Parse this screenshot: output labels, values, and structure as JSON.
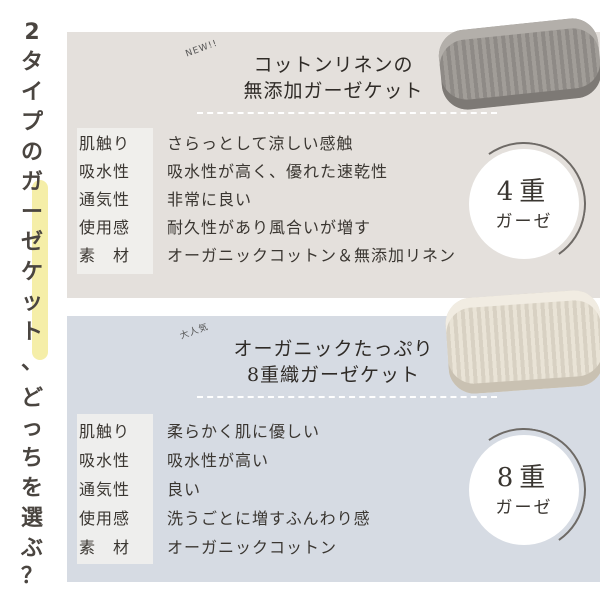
{
  "vertical_title": {
    "chars": [
      "2",
      "タ",
      "イ",
      "プ",
      "の",
      "ガ",
      "ー",
      "ゼ",
      "ケ",
      "ッ",
      "ト",
      "、",
      "ど",
      "っ",
      "ち",
      "を",
      "選",
      "ぶ",
      "？"
    ],
    "highlight_range": [
      5,
      10
    ]
  },
  "products": [
    {
      "tag": "NEW!!",
      "heading_line1": "コットンリネンの",
      "heading_line2": "無添加ガーゼケット",
      "badge_big": "4重",
      "badge_small": "ガーゼ",
      "rows": [
        {
          "label": "肌触り",
          "value": "さらっとして涼しい感触"
        },
        {
          "label": "吸水性",
          "value": "吸水性が高く、優れた速乾性"
        },
        {
          "label": "通気性",
          "value": "非常に良い"
        },
        {
          "label": "使用感",
          "value": "耐久性があり風合いが増す"
        },
        {
          "label": "素　材",
          "value": "オーガニックコットン＆無添加リネン"
        }
      ]
    },
    {
      "tag": "大人気",
      "heading_line1": "オーガニックたっぷり",
      "heading_line2": "8重織ガーゼケット",
      "badge_big": "8重",
      "badge_small": "ガーゼ",
      "rows": [
        {
          "label": "肌触り",
          "value": "柔らかく肌に優しい"
        },
        {
          "label": "吸水性",
          "value": "吸水性が高い"
        },
        {
          "label": "通気性",
          "value": "良い"
        },
        {
          "label": "使用感",
          "value": "洗うごとに増すふんわり感"
        },
        {
          "label": "素　材",
          "value": "オーガニックコットン"
        }
      ]
    }
  ],
  "colors": {
    "panel1_bg": "#e4e0dc",
    "panel2_bg": "#d6dbe3",
    "highlight": "#f4ec9f",
    "text": "#3a3631"
  },
  "icons": [
    "folded-gray-blanket-image",
    "folded-beige-blanket-image"
  ]
}
